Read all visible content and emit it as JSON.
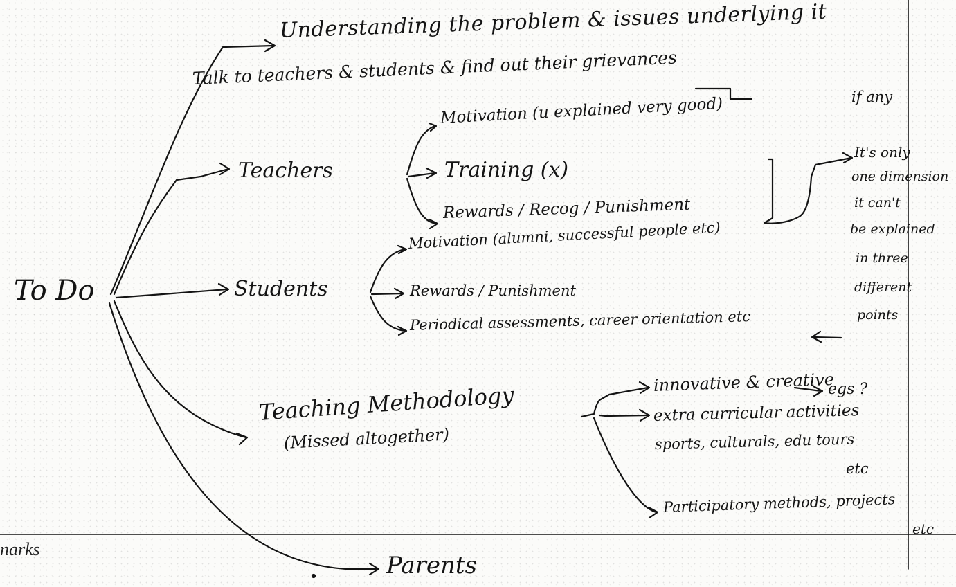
{
  "printed": {
    "remarks_label": "narks"
  },
  "center": "To Do",
  "branches": {
    "understanding": {
      "line1": "Understanding the problem & issues underlying it",
      "line2": "Talk to teachers & students & find out their grievances",
      "line2_end": "if any"
    },
    "teachers": {
      "label": "Teachers",
      "items": [
        "Motivation (u explained very good)",
        "Training (x)",
        "Rewards / Recog / Punishment"
      ]
    },
    "students": {
      "label": "Students",
      "items": [
        "Motivation (alumni, successful people etc)",
        "Rewards / Punishment",
        "Periodical assessments, career orientation etc"
      ]
    },
    "methodology": {
      "label": "Teaching Methodology",
      "note": "(Missed altogether)",
      "items": [
        "innovative & creative",
        "extra curricular activities",
        "sports, culturals, edu tours",
        "etc",
        "Participatory methods, projects",
        "etc"
      ],
      "side_egs": "egs ?"
    },
    "parents": {
      "label": "Parents"
    }
  },
  "margin_comment": [
    "It's only",
    "one dimension",
    "it can't",
    "be explained",
    "in three",
    "different",
    "points"
  ],
  "colors": {
    "ink": "#141414",
    "paper": "#fbfbf9",
    "rule": "#1a1a1a"
  }
}
